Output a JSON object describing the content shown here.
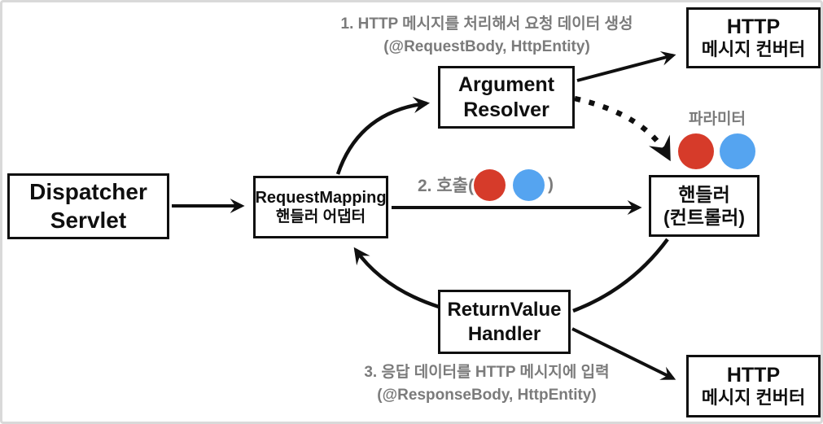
{
  "colors": {
    "red": "#d63b2a",
    "blue": "#55a4f0",
    "line": "#101010",
    "note_gray": "#7b7b7b"
  },
  "boxes": {
    "dispatcher": {
      "line1": "Dispatcher",
      "line2": "Servlet"
    },
    "adapter": {
      "line1": "RequestMapping",
      "line2": "핸들러 어댑터"
    },
    "argument_resolver": {
      "line1": "Argument",
      "line2": "Resolver"
    },
    "http_converter_top": {
      "line1": "HTTP",
      "line2": "메시지 컨버터"
    },
    "handler": {
      "line1": "핸들러",
      "line2": "(컨트롤러)"
    },
    "return_value_handler": {
      "line1": "ReturnValue",
      "line2": "Handler"
    },
    "http_converter_bottom": {
      "line1": "HTTP",
      "line2": "메시지 컨버터"
    }
  },
  "notes": {
    "step1_line1": "1. HTTP 메시지를 처리해서 요청 데이터 생성",
    "step1_line2": "(@RequestBody, HttpEntity)",
    "step2_prefix": "2. 호출(",
    "step2_suffix": ")",
    "step3_line1": "3. 응답 데이터를 HTTP 메시지에 입력",
    "step3_line2": "(@ResponseBody, HttpEntity)",
    "parameter_label": "파라미터"
  }
}
